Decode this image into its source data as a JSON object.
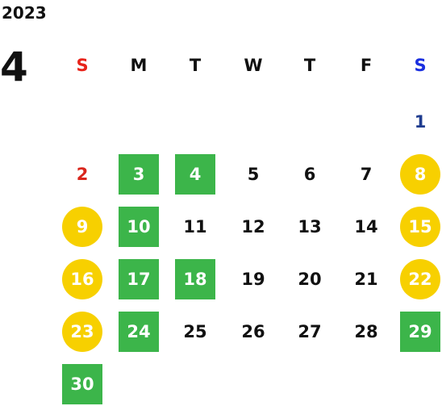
{
  "calendar": {
    "year": "2023",
    "month": "4",
    "weekdays": [
      "S",
      "M",
      "T",
      "W",
      "T",
      "F",
      "S"
    ],
    "colors": {
      "sunday_header": "#e8231a",
      "saturday_header": "#1a2fe0",
      "green_highlight": "#3cb54a",
      "gold_highlight": "#f7d000"
    },
    "weeks": [
      [
        {
          "day": ""
        },
        {
          "day": ""
        },
        {
          "day": ""
        },
        {
          "day": ""
        },
        {
          "day": ""
        },
        {
          "day": ""
        },
        {
          "day": "1",
          "style": "sat-day"
        }
      ],
      [
        {
          "day": "2",
          "style": "sun-day"
        },
        {
          "day": "3",
          "style": "green"
        },
        {
          "day": "4",
          "style": "green"
        },
        {
          "day": "5"
        },
        {
          "day": "6"
        },
        {
          "day": "7"
        },
        {
          "day": "8",
          "style": "gold"
        }
      ],
      [
        {
          "day": "9",
          "style": "gold"
        },
        {
          "day": "10",
          "style": "green"
        },
        {
          "day": "11"
        },
        {
          "day": "12"
        },
        {
          "day": "13"
        },
        {
          "day": "14"
        },
        {
          "day": "15",
          "style": "gold"
        }
      ],
      [
        {
          "day": "16",
          "style": "gold"
        },
        {
          "day": "17",
          "style": "green"
        },
        {
          "day": "18",
          "style": "green"
        },
        {
          "day": "19"
        },
        {
          "day": "20"
        },
        {
          "day": "21"
        },
        {
          "day": "22",
          "style": "gold"
        }
      ],
      [
        {
          "day": "23",
          "style": "gold"
        },
        {
          "day": "24",
          "style": "green"
        },
        {
          "day": "25"
        },
        {
          "day": "26"
        },
        {
          "day": "27"
        },
        {
          "day": "28"
        },
        {
          "day": "29",
          "style": "green"
        }
      ],
      [
        {
          "day": "30",
          "style": "green"
        },
        {
          "day": ""
        },
        {
          "day": ""
        },
        {
          "day": ""
        },
        {
          "day": ""
        },
        {
          "day": ""
        },
        {
          "day": ""
        }
      ]
    ]
  }
}
